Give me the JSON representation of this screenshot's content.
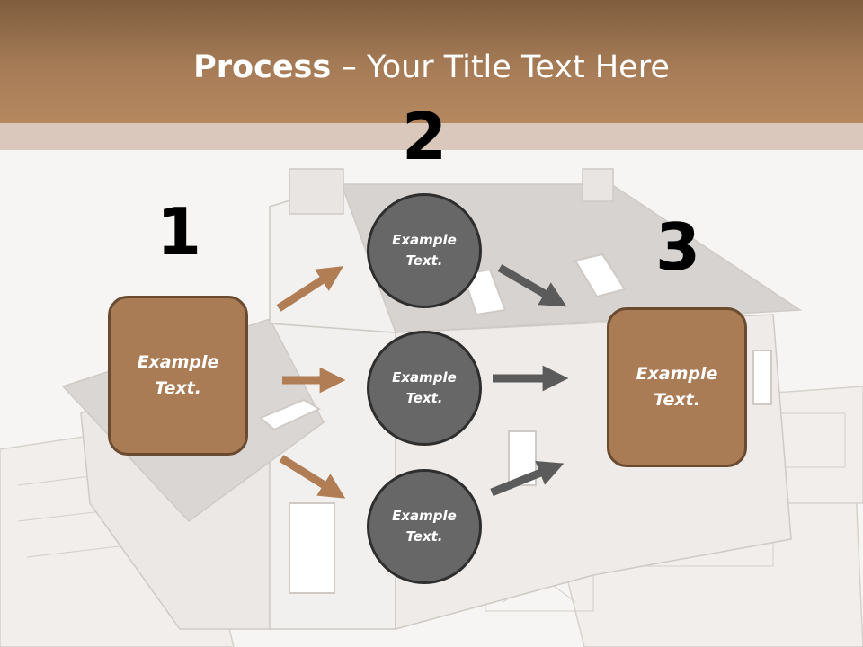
{
  "title": {
    "bold": "Process",
    "rest": " – Your Title Text Here"
  },
  "steps": [
    "1",
    "2",
    "3"
  ],
  "boxes": [
    {
      "text": "Example\nText."
    },
    {
      "text": "Example\nText."
    }
  ],
  "circles": [
    {
      "text": "Example\nText."
    },
    {
      "text": "Example\nText."
    },
    {
      "text": "Example\nText."
    }
  ],
  "colors": {
    "header": "#a67c57",
    "box_fill": "#a97c56",
    "box_border": "#6b4b30",
    "circle_fill": "#676767",
    "circle_border": "#2e2e2e",
    "arrow_brown": "#b07d55",
    "arrow_gray": "#5b5b5b"
  }
}
